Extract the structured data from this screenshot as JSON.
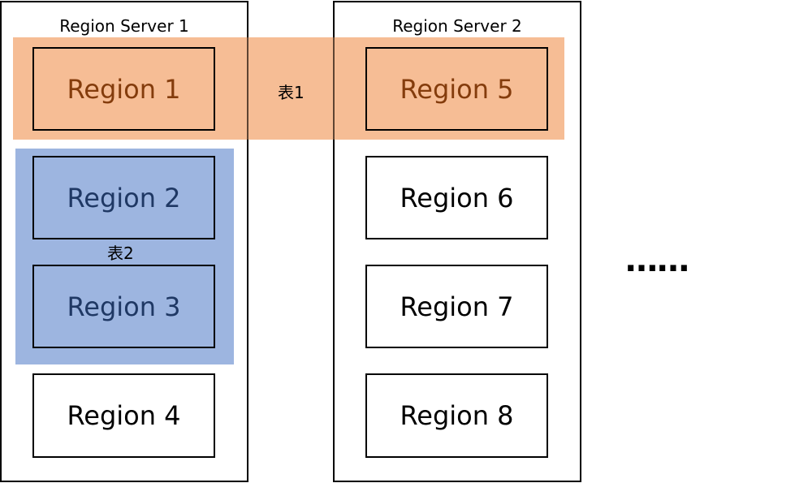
{
  "servers": [
    {
      "title": "Region Server 1"
    },
    {
      "title": "Region Server 2"
    }
  ],
  "tables": [
    {
      "label": "表1",
      "color": "#F4B183",
      "text_color": "#843C0C"
    },
    {
      "label": "表2",
      "color": "#9DB5E0",
      "text_color": "#1F3864"
    }
  ],
  "regions": [
    {
      "label": "Region 1",
      "table": "表1"
    },
    {
      "label": "Region 2",
      "table": "表2"
    },
    {
      "label": "Region 3",
      "table": "表2"
    },
    {
      "label": "Region 4",
      "table": ""
    },
    {
      "label": "Region 5",
      "table": "表1"
    },
    {
      "label": "Region 6",
      "table": ""
    },
    {
      "label": "Region 7",
      "table": ""
    },
    {
      "label": "Region 8",
      "table": ""
    }
  ],
  "ellipsis": "……"
}
